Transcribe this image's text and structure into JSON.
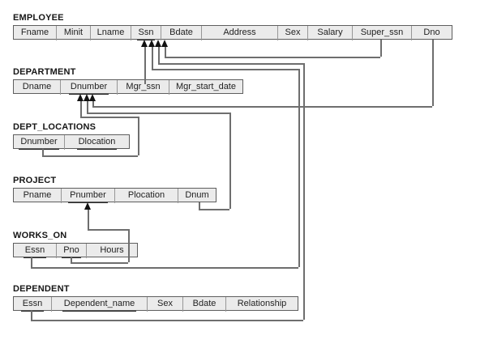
{
  "diagram": {
    "title": "Relational schema diagram",
    "colors": {
      "cell_fill": "#ebebeb",
      "cell_border": "#979797",
      "row_border": "#5e5e5e",
      "line": "#6e6e6e",
      "arrow": "#121212",
      "text": "#222222"
    },
    "tables": [
      {
        "name": "EMPLOYEE",
        "attrs": [
          {
            "label": "Fname",
            "pk": false
          },
          {
            "label": "Minit",
            "pk": false
          },
          {
            "label": "Lname",
            "pk": false
          },
          {
            "label": "Ssn",
            "pk": true
          },
          {
            "label": "Bdate",
            "pk": false
          },
          {
            "label": "Address",
            "pk": false
          },
          {
            "label": "Sex",
            "pk": false
          },
          {
            "label": "Salary",
            "pk": false
          },
          {
            "label": "Super_ssn",
            "pk": false
          },
          {
            "label": "Dno",
            "pk": false
          }
        ]
      },
      {
        "name": "DEPARTMENT",
        "attrs": [
          {
            "label": "Dname",
            "pk": false
          },
          {
            "label": "Dnumber",
            "pk": true
          },
          {
            "label": "Mgr_ssn",
            "pk": false
          },
          {
            "label": "Mgr_start_date",
            "pk": false
          }
        ]
      },
      {
        "name": "DEPT_LOCATIONS",
        "attrs": [
          {
            "label": "Dnumber",
            "pk": true
          },
          {
            "label": "Dlocation",
            "pk": true
          }
        ]
      },
      {
        "name": "PROJECT",
        "attrs": [
          {
            "label": "Pname",
            "pk": false
          },
          {
            "label": "Pnumber",
            "pk": true
          },
          {
            "label": "Plocation",
            "pk": false
          },
          {
            "label": "Dnum",
            "pk": false
          }
        ]
      },
      {
        "name": "WORKS_ON",
        "attrs": [
          {
            "label": "Essn",
            "pk": true
          },
          {
            "label": "Pno",
            "pk": true
          },
          {
            "label": "Hours",
            "pk": false
          }
        ]
      },
      {
        "name": "DEPENDENT",
        "attrs": [
          {
            "label": "Essn",
            "pk": true
          },
          {
            "label": "Dependent_name",
            "pk": true
          },
          {
            "label": "Sex",
            "pk": false
          },
          {
            "label": "Bdate",
            "pk": false
          },
          {
            "label": "Relationship",
            "pk": false
          }
        ]
      }
    ],
    "relationships": [
      {
        "from": "DEPARTMENT.Mgr_ssn",
        "to": "EMPLOYEE.Ssn"
      },
      {
        "from": "EMPLOYEE.Super_ssn",
        "to": "EMPLOYEE.Ssn"
      },
      {
        "from": "WORKS_ON.Essn",
        "to": "EMPLOYEE.Ssn"
      },
      {
        "from": "DEPENDENT.Essn",
        "to": "EMPLOYEE.Ssn"
      },
      {
        "from": "DEPT_LOCATIONS.Dnumber",
        "to": "DEPARTMENT.Dnumber"
      },
      {
        "from": "PROJECT.Dnum",
        "to": "DEPARTMENT.Dnumber"
      },
      {
        "from": "EMPLOYEE.Dno",
        "to": "DEPARTMENT.Dnumber"
      },
      {
        "from": "WORKS_ON.Pno",
        "to": "PROJECT.Pnumber"
      }
    ]
  }
}
